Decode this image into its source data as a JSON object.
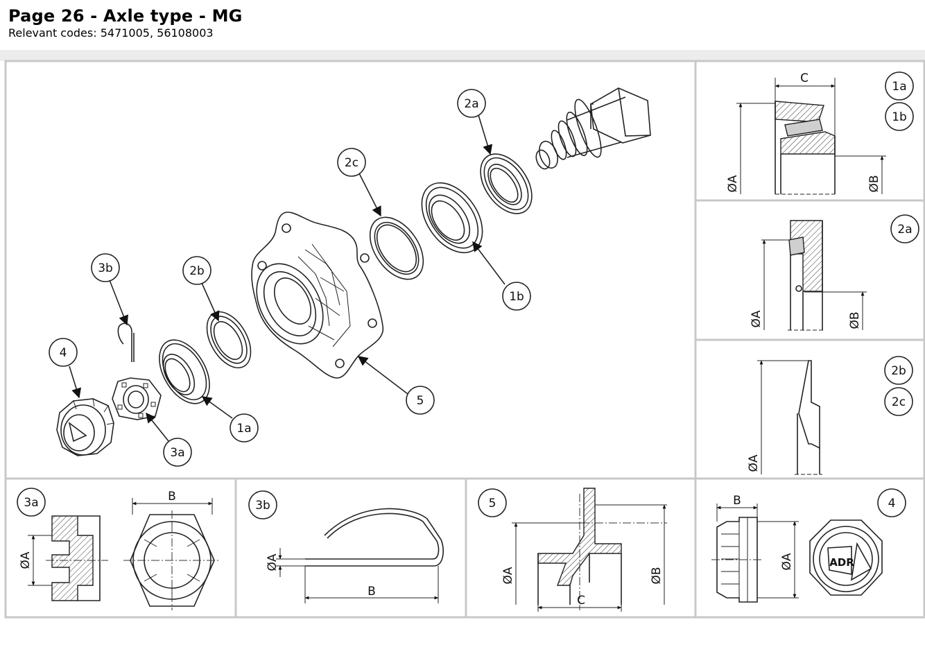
{
  "header": {
    "title": "Page 26 - Axle type - MG",
    "subtitle": "Relevant codes: 5471005, 56108003"
  },
  "exploded": {
    "callouts": [
      "2a",
      "2c",
      "3b",
      "2b",
      "4",
      "1b",
      "5",
      "1a",
      "3a"
    ]
  },
  "details": {
    "bearing": {
      "tags": [
        "1a",
        "1b"
      ],
      "dims": [
        "C",
        "ØA",
        "ØB"
      ]
    },
    "seal": {
      "tags": [
        "2a"
      ],
      "dims": [
        "ØA",
        "ØB"
      ]
    },
    "washer": {
      "tags": [
        "2b",
        "2c"
      ],
      "dims": [
        "ØA"
      ]
    },
    "nut": {
      "tags": [
        "3a"
      ],
      "dims": [
        "ØA",
        "B"
      ]
    },
    "pin": {
      "tags": [
        "3b"
      ],
      "dims": [
        "ØA",
        "B"
      ]
    },
    "hub": {
      "tags": [
        "5"
      ],
      "dims": [
        "ØA",
        "ØB",
        "C"
      ]
    },
    "cap": {
      "tags": [
        "4"
      ],
      "dims": [
        "B",
        "ØA"
      ],
      "logo": "ADR"
    }
  }
}
